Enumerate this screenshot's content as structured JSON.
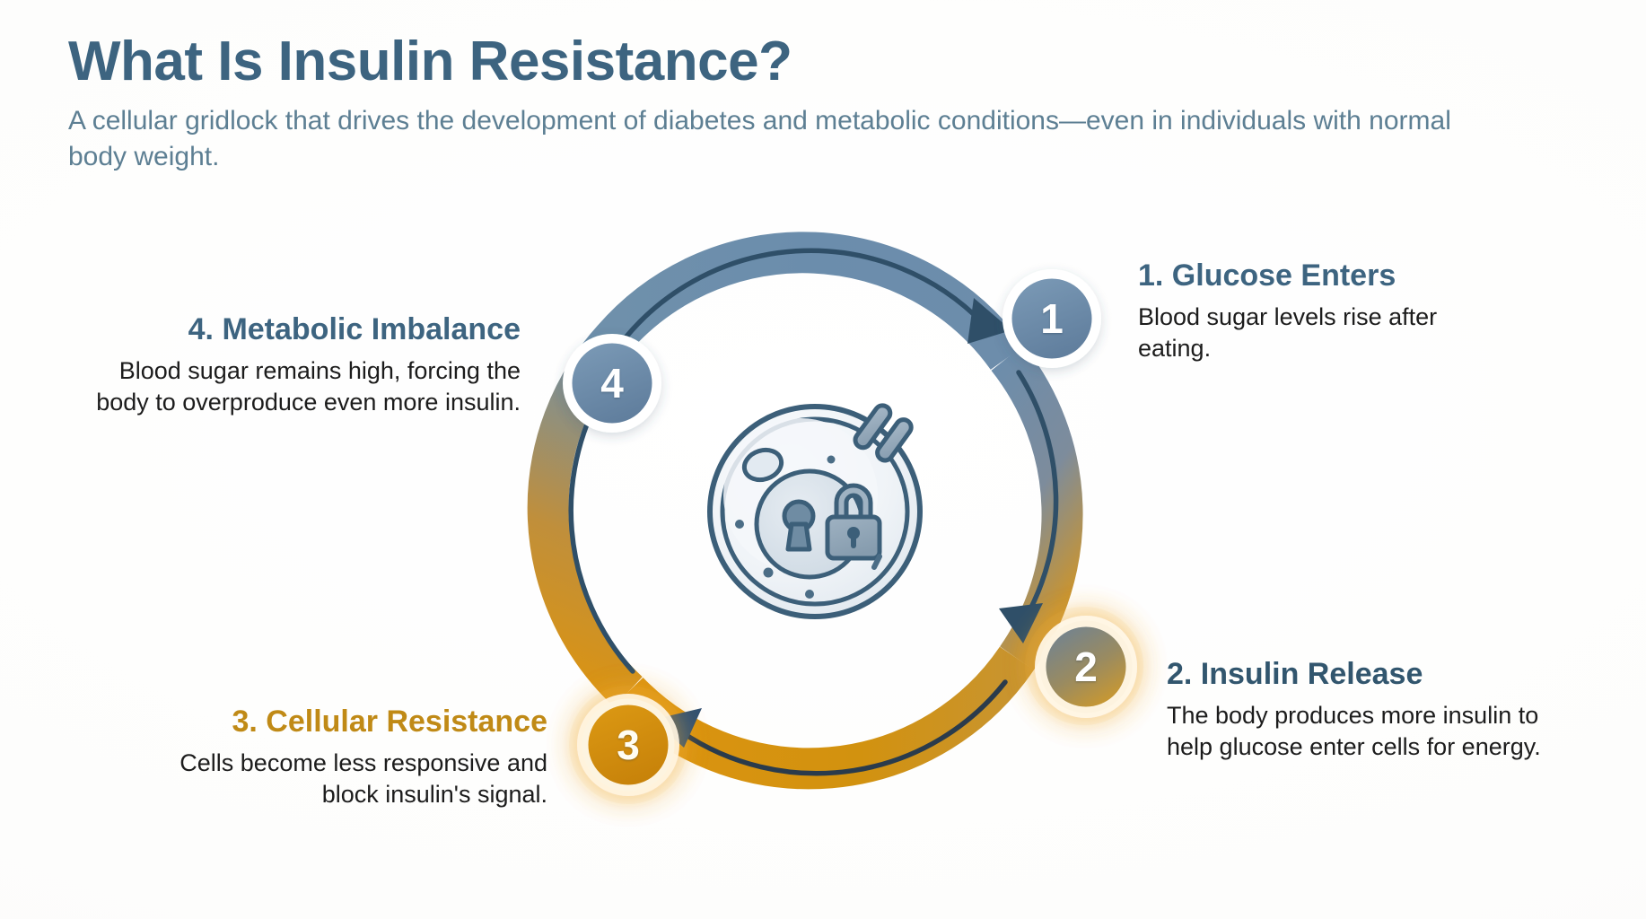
{
  "header": {
    "title": "What Is Insulin Resistance?",
    "subtitle": "A cellular gridlock that drives the development of diabetes and metabolic conditions—even in individuals with normal body weight."
  },
  "colors": {
    "title_blue": "#3d6480",
    "subtitle_blue": "#5d7f93",
    "steel_blue": "#6b8fae",
    "deep_blue": "#2f5672",
    "amber": "#d6900f",
    "amber_dark": "#c08a16",
    "body_text": "#1c1c1c",
    "background": "#ffffff",
    "cell_fill": "#eef2f6",
    "cell_outline": "#3c5f79"
  },
  "cycle": {
    "center_icon": {
      "name": "locked-cell-icon",
      "parts": [
        "cell-membrane",
        "nucleus",
        "keyhole",
        "padlock",
        "insulin-receptor-key",
        "cytoplasm-speckles"
      ]
    },
    "steps": [
      {
        "number": "1",
        "heading": "1. Glucose Enters",
        "body": "Blood sugar levels rise after eating.",
        "marker_color": "#6b8fae",
        "heading_color": "#3d6480"
      },
      {
        "number": "2",
        "heading": "2. Insulin Release",
        "body": "The body produces more insulin to help glucose enter cells for energy.",
        "marker_color": "#9a8a5e",
        "heading_color": "#32566e"
      },
      {
        "number": "3",
        "heading": "3. Cellular Resistance",
        "body": "Cells become less responsive and block insulin's signal.",
        "marker_color": "#d6900f",
        "heading_color": "#c08a16"
      },
      {
        "number": "4",
        "heading": "4. Metabolic Imbalance",
        "body": "Blood sugar remains high, forcing the body to overproduce even more insulin.",
        "marker_color": "#6b8fae",
        "heading_color": "#3d6480"
      }
    ]
  }
}
